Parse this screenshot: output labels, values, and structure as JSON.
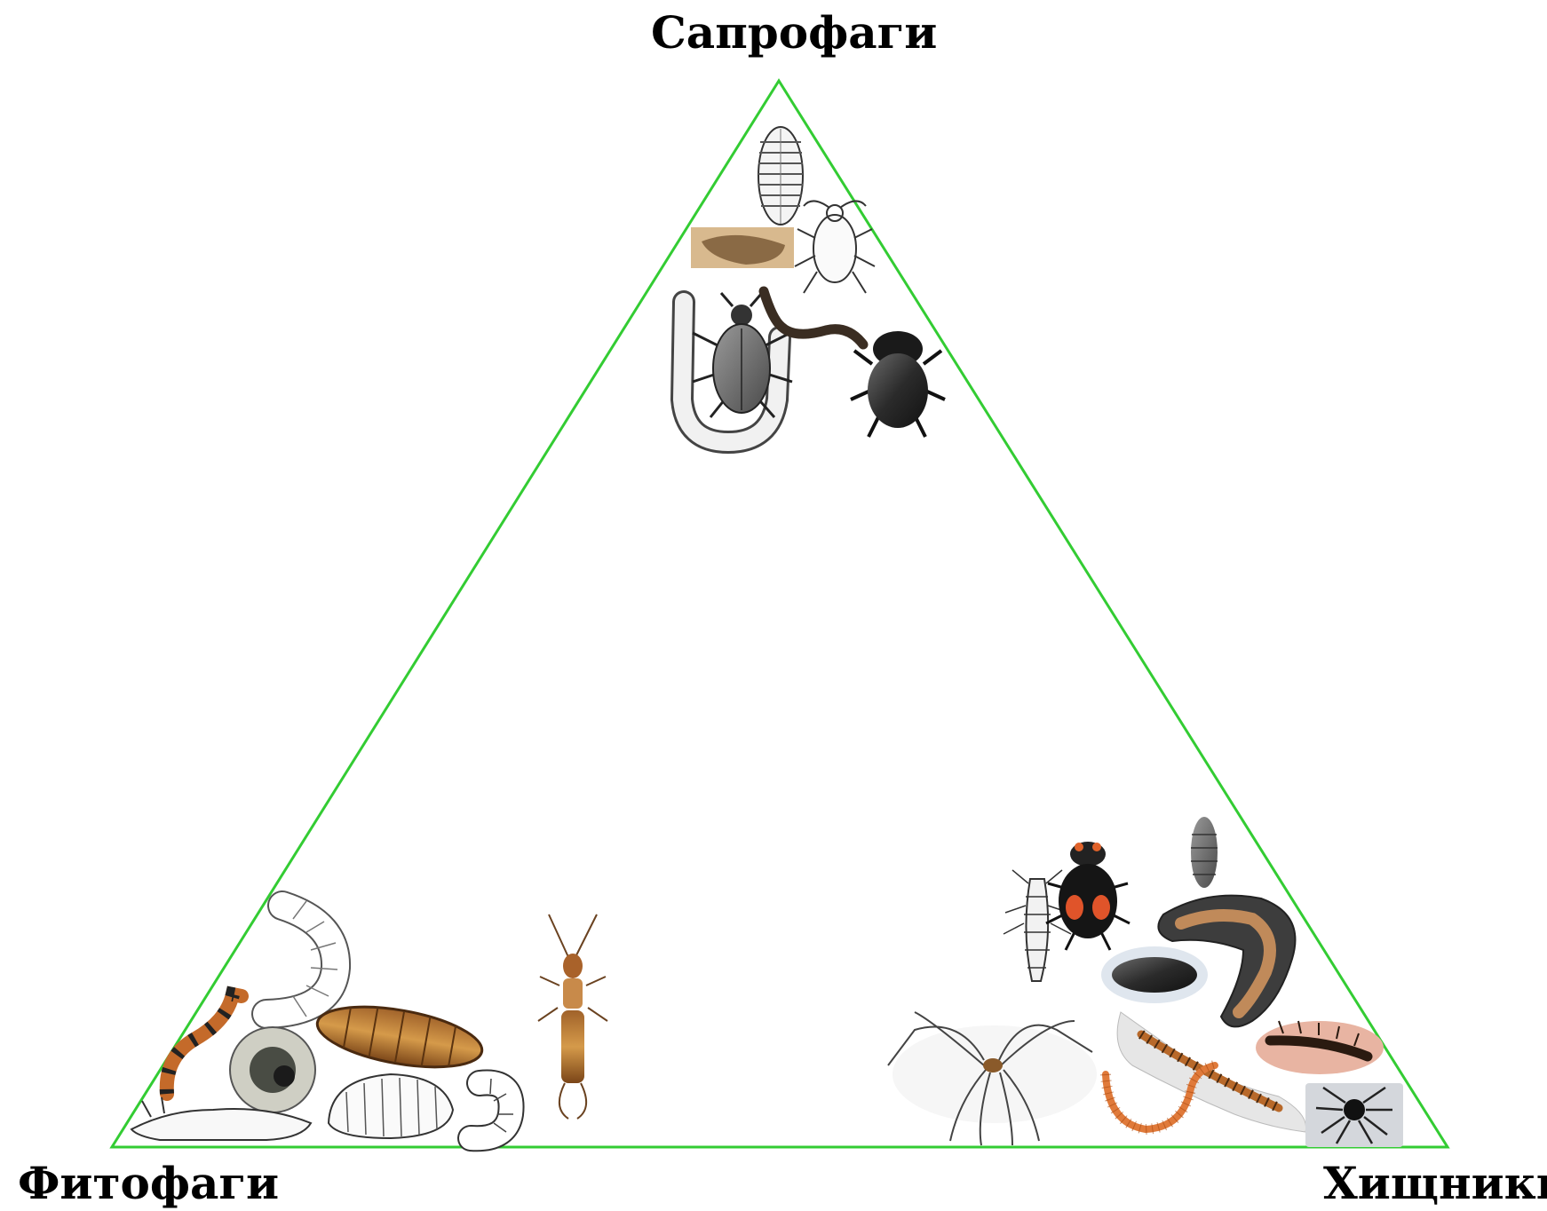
{
  "labels": {
    "top": "Сапрофаги",
    "left": "Фитофаги",
    "right": "Хищники"
  },
  "colors": {
    "triangle_stroke": "#33cc33",
    "background": "#ffffff"
  },
  "icons": {
    "saprophages": [
      "woodlouse-icon",
      "cockroach-icon",
      "larva-photo-icon",
      "beetle-icon",
      "millipede-icon",
      "earthworm-icon",
      "dung-beetle-icon"
    ],
    "phytophages": [
      "wireworm-icon",
      "grub-icon",
      "caterpillar-icon",
      "slug-icon",
      "white-grub-icon",
      "earwig-icon"
    ],
    "predators": [
      "ground-beetle-larva-icon",
      "ladybird-beetle-icon",
      "springtail-icon",
      "fly-larva-icon",
      "rove-beetle-icon",
      "harvestman-icon",
      "centipede-icon",
      "geophilid-icon",
      "spider-icon"
    ]
  }
}
